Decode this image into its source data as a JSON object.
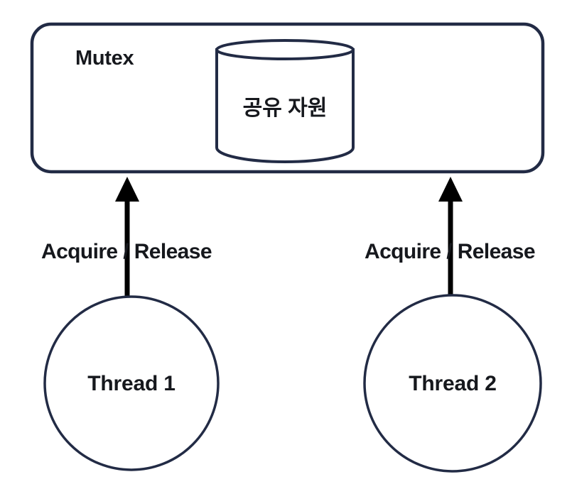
{
  "diagram": {
    "title_label": "Mutex",
    "colors": {
      "outline": "#222b45",
      "arrow": "#000000",
      "text": "#16181d",
      "background": "#ffffff",
      "fill": "#ffffff"
    },
    "container": {
      "name": "mutex-container",
      "label": "Mutex",
      "shape": "rounded-rectangle"
    },
    "resource": {
      "name": "shared-resource-cylinder",
      "label": "공유 자원",
      "shape": "cylinder"
    },
    "nodes": [
      {
        "id": "thread-1",
        "label": "Thread 1",
        "shape": "circle"
      },
      {
        "id": "thread-2",
        "label": "Thread 2",
        "shape": "circle"
      }
    ],
    "edges": [
      {
        "id": "edge-thread-1",
        "label": "Acquire / Release",
        "from": "thread-1",
        "to": "mutex-container",
        "direction": "up"
      },
      {
        "id": "edge-thread-2",
        "label": "Acquire / Release",
        "from": "thread-2",
        "to": "mutex-container",
        "direction": "up"
      }
    ]
  }
}
